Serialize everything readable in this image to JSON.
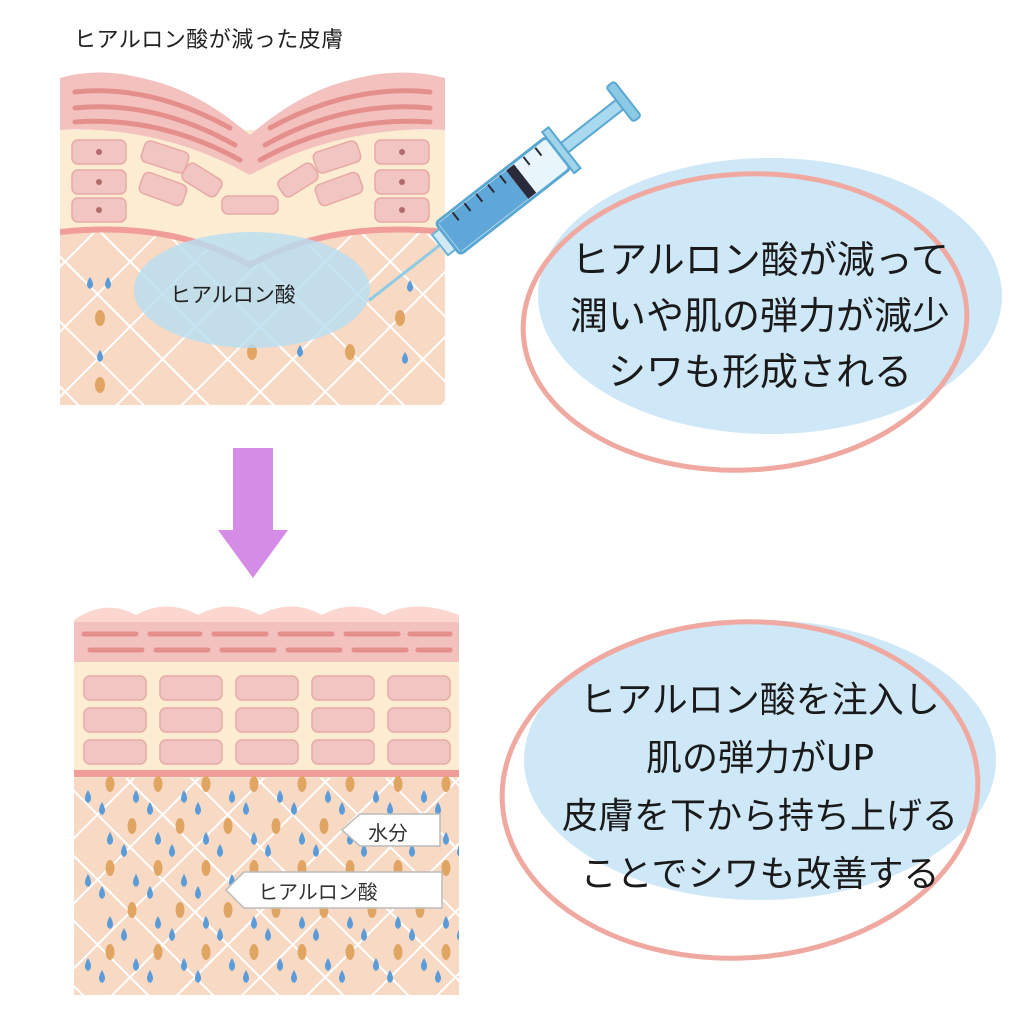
{
  "top_panel": {
    "title": "ヒアルロン酸が減った皮膚",
    "hyaluronic_label": "ヒアルロン酸"
  },
  "callout_top": {
    "lines": [
      "ヒアルロン酸が減って",
      "潤いや肌の弾力が減少",
      "シワも形成される"
    ]
  },
  "bottom_panel": {
    "water_label": "水分",
    "hyaluronic_label": "ヒアルロン酸"
  },
  "callout_bottom": {
    "lines": [
      "ヒアルロン酸を注入し",
      "肌の弾力がUP",
      "皮膚を下から持ち上げる",
      "ことでシワも改善する"
    ]
  },
  "colors": {
    "skin_dermis": "#f7d9c4",
    "skin_epidermis": "#fbe9d0",
    "stratum_corneum": "#f4b8b4",
    "cell_pink": "#f2c4c0",
    "water_drop": "#5b9bd8",
    "fibroblast": "#e0a463",
    "ellipse_blue": "#cfe8f8",
    "ellipse_outline": "#f0a9a0",
    "arrow_purple": "#d58ce6"
  }
}
